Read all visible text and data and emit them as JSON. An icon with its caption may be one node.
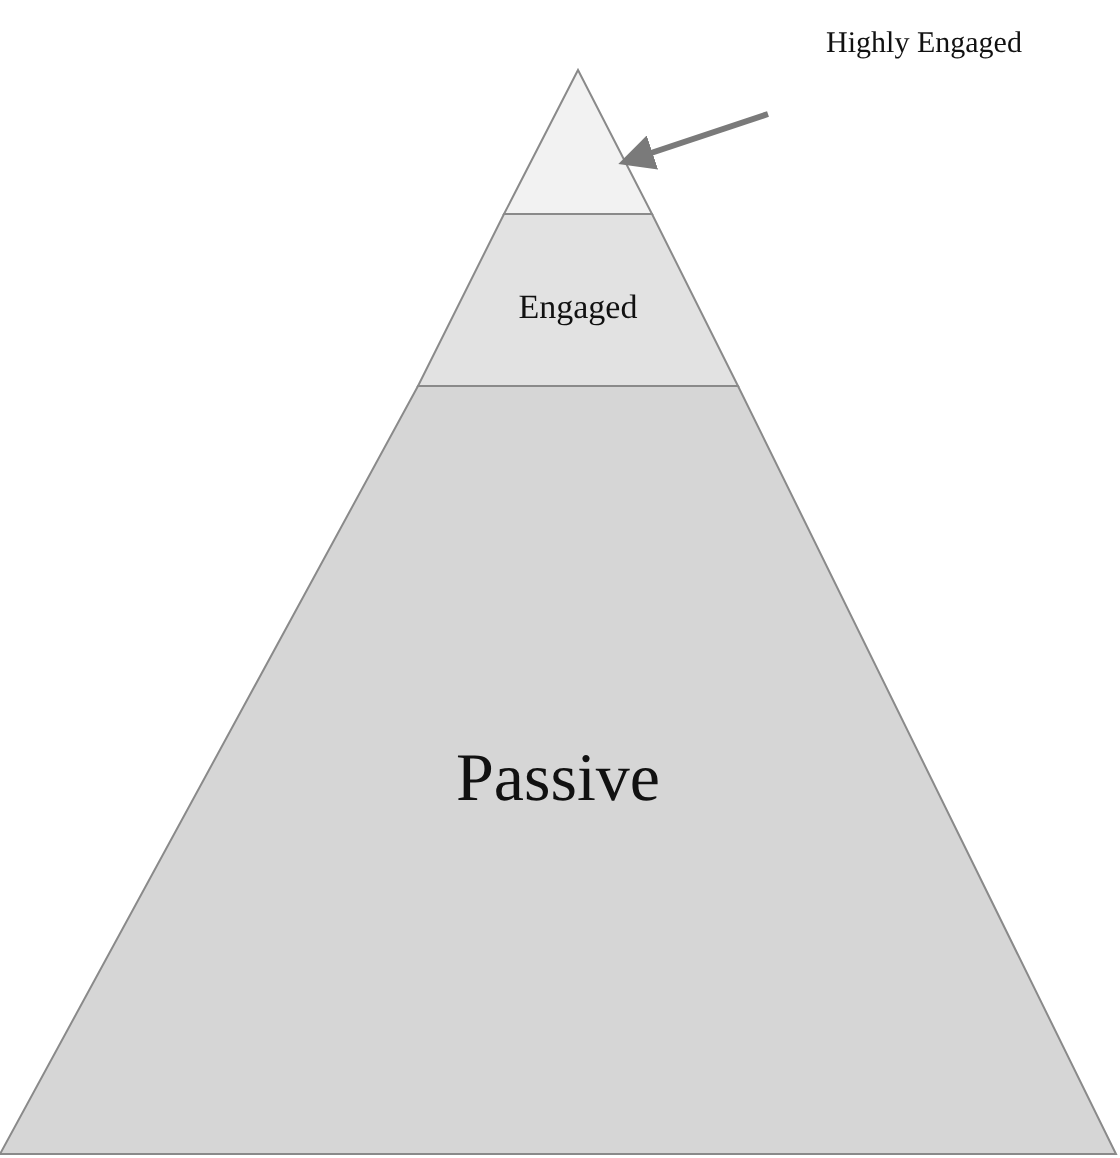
{
  "diagram": {
    "nodes": [
      {
        "text": [
          "Highly Engaged"
        ]
      },
      {
        "text": [],
        "shape": "triangle"
      },
      {
        "text": [
          "Engaged"
        ]
      },
      {
        "text": [
          "Passive"
        ]
      }
    ],
    "edges": [
      {
        "from": 0,
        "to": 1,
        "arrow": "to"
      }
    ]
  }
}
